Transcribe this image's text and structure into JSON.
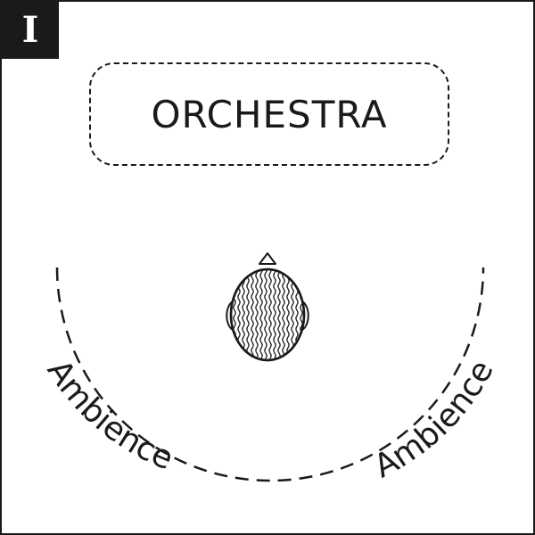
{
  "panel": {
    "badge": "I",
    "stage_label": "ORCHESTRA",
    "ambience_left": "Ambience",
    "ambience_right": "Ambience"
  },
  "colors": {
    "ink": "#1a1a1a",
    "background": "#ffffff"
  },
  "icons": {
    "listener": "listener-head-icon"
  }
}
